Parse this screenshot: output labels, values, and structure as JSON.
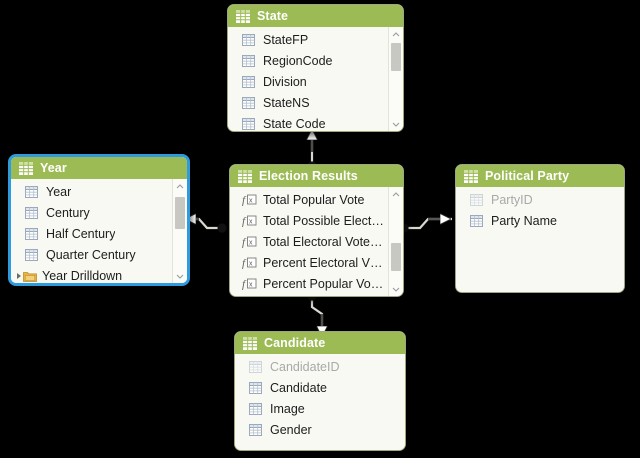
{
  "canvas": {
    "background": "#000000",
    "header_color": "#9dbb55",
    "body_color": "#f9f9f4",
    "selection_color": "#2e9bdf",
    "border_color": "#9aa77f"
  },
  "tables": [
    {
      "id": "state",
      "name": "State",
      "selected": false,
      "header_icon": "table-icon",
      "scrollbar": {
        "visible": true,
        "thumb_top_pct": 12,
        "thumb_height_pct": 30
      },
      "fields": [
        {
          "label": "StateFP",
          "icon": "column-icon",
          "dim": false
        },
        {
          "label": "RegionCode",
          "icon": "column-icon",
          "dim": false
        },
        {
          "label": "Division",
          "icon": "column-icon",
          "dim": false
        },
        {
          "label": "StateNS",
          "icon": "column-icon",
          "dim": false
        },
        {
          "label": "State Code",
          "icon": "column-icon",
          "dim": false
        }
      ]
    },
    {
      "id": "year",
      "name": "Year",
      "selected": true,
      "header_icon": "table-icon",
      "scrollbar": {
        "visible": true,
        "thumb_top_pct": 14,
        "thumb_height_pct": 34
      },
      "fields": [
        {
          "label": "Year",
          "icon": "column-icon",
          "dim": false
        },
        {
          "label": "Century",
          "icon": "column-icon",
          "dim": false
        },
        {
          "label": "Half Century",
          "icon": "column-icon",
          "dim": false
        },
        {
          "label": "Quarter Century",
          "icon": "column-icon",
          "dim": false
        },
        {
          "label": "Year Drilldown",
          "icon": "hierarchy-icon",
          "dim": false,
          "expandable": true
        }
      ]
    },
    {
      "id": "election-results",
      "name": "Election Results",
      "selected": false,
      "header_icon": "table-icon",
      "scrollbar": {
        "visible": true,
        "thumb_top_pct": 38,
        "thumb_height_pct": 26
      },
      "fields": [
        {
          "label": "Total Popular Vote",
          "icon": "measure-icon",
          "dim": false
        },
        {
          "label": "Total Possible Elect…",
          "icon": "measure-icon",
          "dim": false
        },
        {
          "label": "Total Electoral Vote…",
          "icon": "measure-icon",
          "dim": false
        },
        {
          "label": "Percent Electoral V…",
          "icon": "measure-icon",
          "dim": false
        },
        {
          "label": "Percent Popular Vo…",
          "icon": "measure-icon",
          "dim": false
        }
      ]
    },
    {
      "id": "political-party",
      "name": "Political Party",
      "selected": false,
      "header_icon": "table-icon",
      "scrollbar": {
        "visible": false,
        "thumb_top_pct": 0,
        "thumb_height_pct": 0
      },
      "fields": [
        {
          "label": "PartyID",
          "icon": "column-icon",
          "dim": true
        },
        {
          "label": "Party Name",
          "icon": "column-icon",
          "dim": false
        }
      ]
    },
    {
      "id": "candidate",
      "name": "Candidate",
      "selected": false,
      "header_icon": "table-icon",
      "scrollbar": {
        "visible": false,
        "thumb_top_pct": 0,
        "thumb_height_pct": 0
      },
      "fields": [
        {
          "label": "CandidateID",
          "icon": "column-icon",
          "dim": true
        },
        {
          "label": "Candidate",
          "icon": "column-icon",
          "dim": false
        },
        {
          "label": "Image",
          "icon": "column-icon",
          "dim": false
        },
        {
          "label": "Gender",
          "icon": "column-icon",
          "dim": false
        }
      ]
    }
  ],
  "relationships": [
    {
      "id": "rel-year-election",
      "from": "election-results",
      "to": "year",
      "from_marker": "dot",
      "to_marker": "arrow"
    },
    {
      "id": "rel-election-party",
      "from": "election-results",
      "to": "political-party",
      "from_marker": "dot",
      "to_marker": "arrow"
    },
    {
      "id": "rel-election-state",
      "from": "election-results",
      "to": "state",
      "from_marker": "dot",
      "to_marker": "arrow"
    },
    {
      "id": "rel-election-candidate",
      "from": "election-results",
      "to": "candidate",
      "from_marker": "dot",
      "to_marker": "arrow"
    }
  ]
}
